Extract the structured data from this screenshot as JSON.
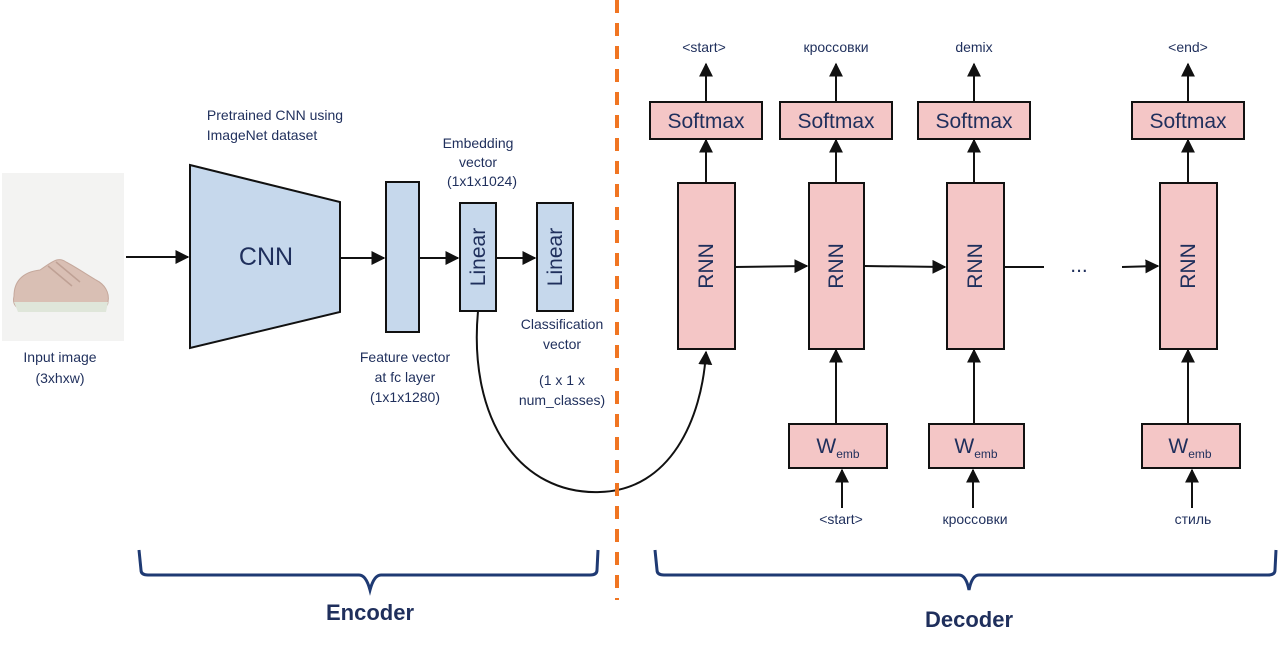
{
  "input": {
    "label_line1": "Input image",
    "label_line2": "(3xhxw)",
    "image": "sneaker-photo"
  },
  "cnn": {
    "caption_line1": "Pretrained CNN using",
    "caption_line2": "ImageNet dataset",
    "label": "CNN"
  },
  "feature_vector": {
    "line1": "Feature vector",
    "line2": "at fc layer",
    "line3": "(1x1x1280)"
  },
  "embedding": {
    "line1": "Embedding",
    "line2": "vector",
    "line3": "(1x1x1024)",
    "layer_label": "Linear"
  },
  "classification": {
    "line1": "Classification",
    "line2": "vector",
    "line3": "(1 x 1 x",
    "line4": "num_classes)",
    "layer_label": "Linear"
  },
  "decoder": {
    "rnn_label": "RNN",
    "softmax_label": "Softmax",
    "emb_main": "W",
    "emb_sub": "emb",
    "ellipsis": "...",
    "outputs": [
      "<start>",
      "кроссовки",
      "demix",
      "<end>"
    ],
    "inputs": [
      "<start>",
      "кроссовки",
      "стиль"
    ]
  },
  "sections": {
    "encoder": "Encoder",
    "decoder": "Decoder"
  },
  "colors": {
    "encoder_fill": "#c6d8ec",
    "decoder_fill": "#f4c6c6",
    "outline": "#111111",
    "divider": "#f07522",
    "brace": "#1f3a73",
    "text": "#1f2f5c"
  }
}
